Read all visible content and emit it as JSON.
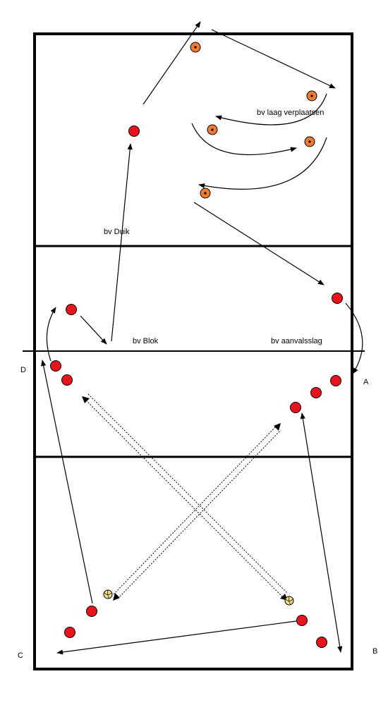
{
  "texts": {
    "laag_verplaatsen": "bv laag verplaatsen",
    "duik": "bv Duik",
    "blok": "bv Blok",
    "aanvalsslag": "bv aanvalsslag",
    "corner_a": "A",
    "corner_b": "B",
    "corner_c": "C",
    "corner_d": "D"
  },
  "colors": {
    "court_line": "#000000",
    "player": "#e8141c",
    "opponent": "#f07a32",
    "ball": "#f5e08a",
    "arrow": "#000000"
  },
  "icons": {
    "player": "red-circle",
    "opponent": "orange-circle-with-dot",
    "ball": "volleyball"
  }
}
